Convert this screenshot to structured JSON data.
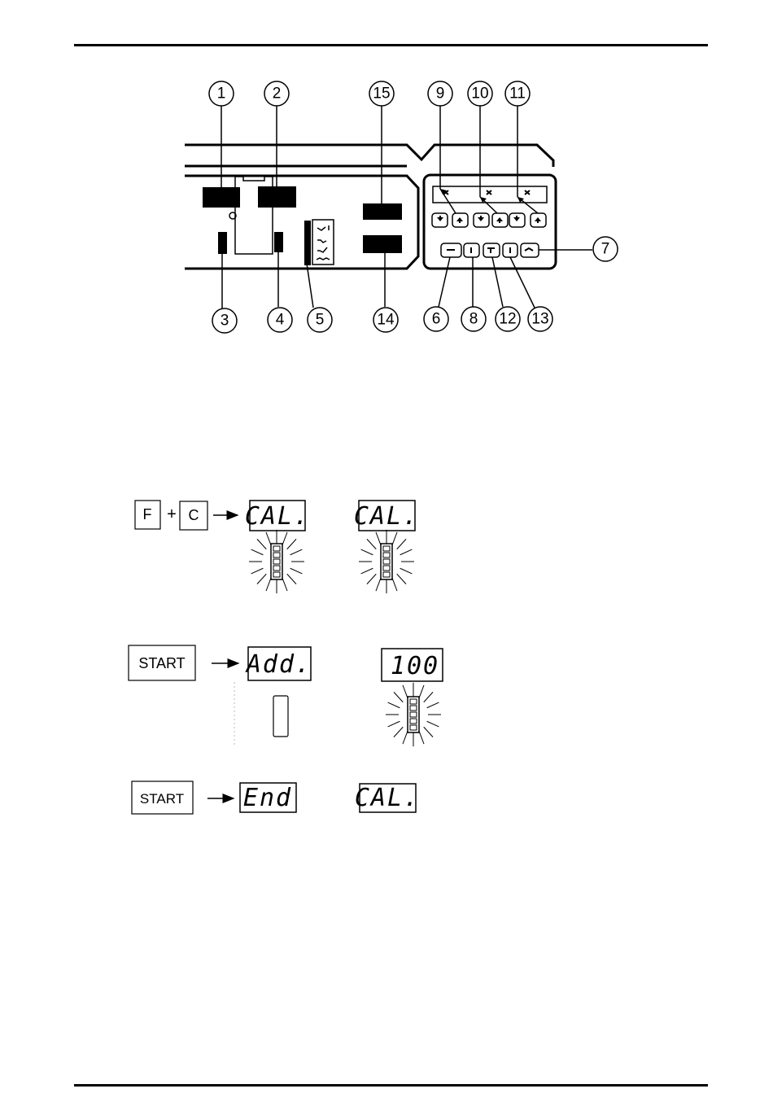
{
  "callouts": {
    "top": [
      "1",
      "2",
      "15",
      "9",
      "10",
      "11"
    ],
    "bottom": [
      "3",
      "4",
      "5",
      "14",
      "6",
      "8",
      "12",
      "13"
    ],
    "right": "7"
  },
  "steps": {
    "step1": {
      "key_f": "F",
      "plus": "+",
      "key_c": "C",
      "display_a": "CAL.",
      "display_b": "CAL."
    },
    "step2": {
      "key": "START",
      "display_a": "Add.",
      "display_b": "100"
    },
    "step3": {
      "key": "START",
      "display_a": "End",
      "display_b": "CAL."
    }
  }
}
